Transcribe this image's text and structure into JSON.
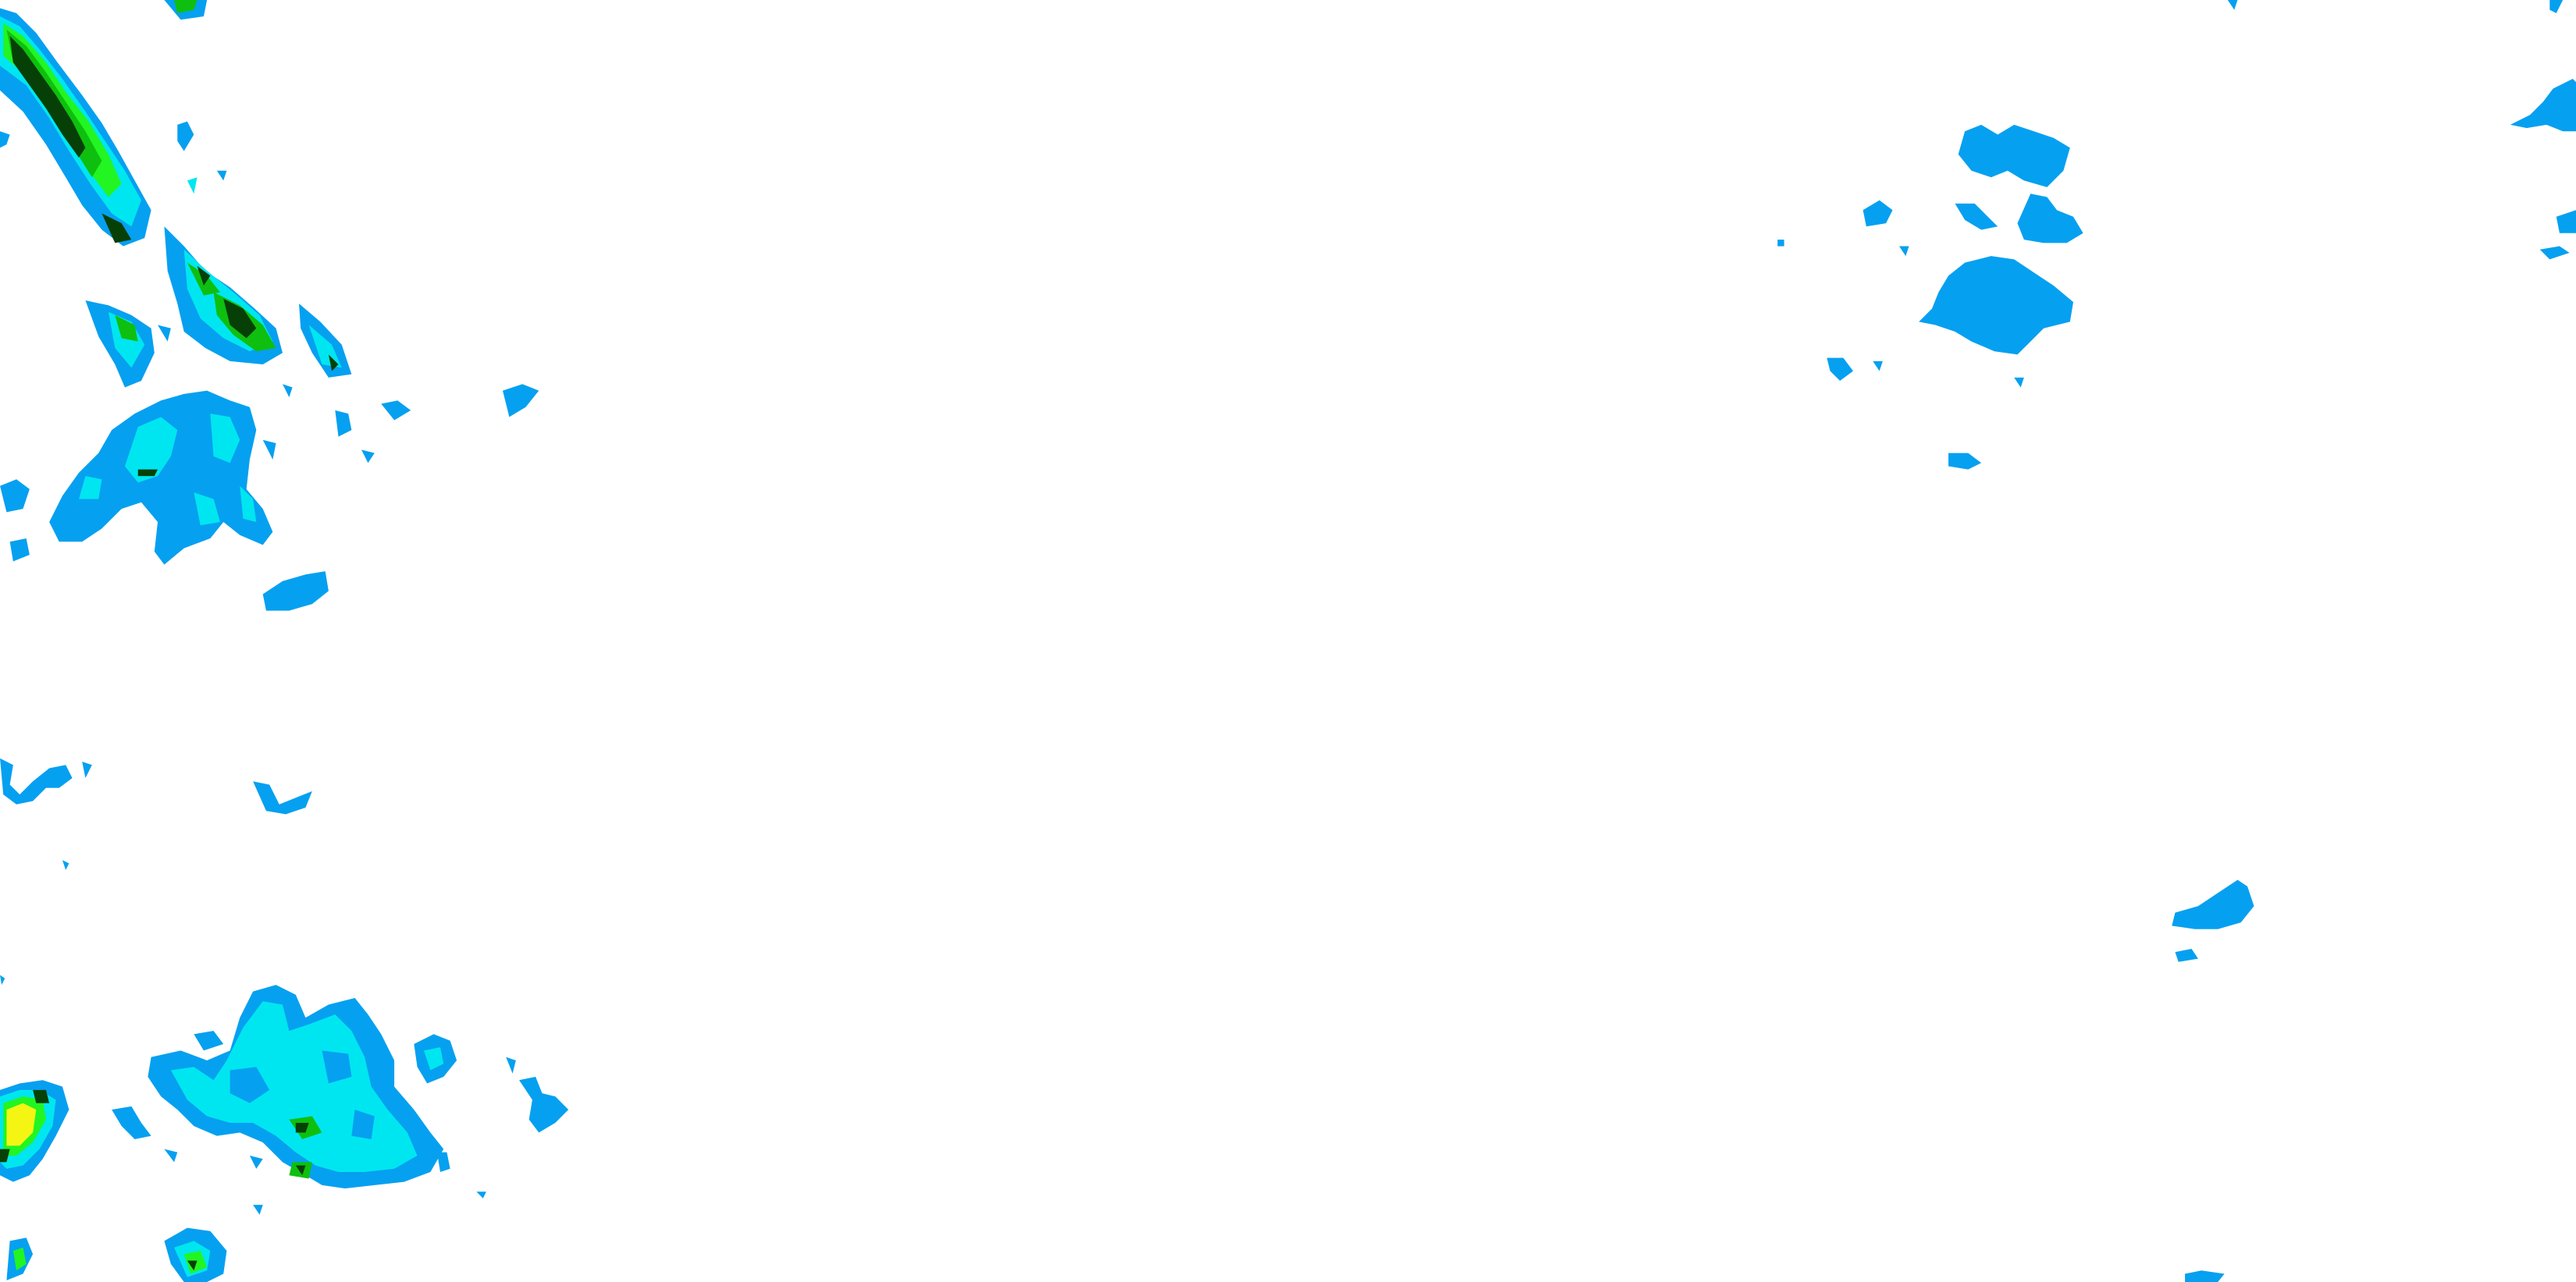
{
  "map": {
    "kind": "weather-radar-overlay",
    "background_color": "#ffffff",
    "reflectivity_colors": {
      "light_blue": "#06a0f0",
      "cyan": "#00e6f0",
      "light_green": "#22f522",
      "green": "#0fbf0f",
      "dark_green": "#064006",
      "yellow": "#f5f514"
    },
    "echo_regions": [
      {
        "name": "northwest-band",
        "intensity": "heavy"
      },
      {
        "name": "west-cluster",
        "intensity": "light"
      },
      {
        "name": "southwest-cluster",
        "intensity": "moderate"
      },
      {
        "name": "southwest-edge-cell",
        "intensity": "heavy"
      },
      {
        "name": "central-north-cluster",
        "intensity": "light"
      },
      {
        "name": "east-south-streak",
        "intensity": "light"
      },
      {
        "name": "east-edge-fragments",
        "intensity": "light"
      }
    ]
  }
}
